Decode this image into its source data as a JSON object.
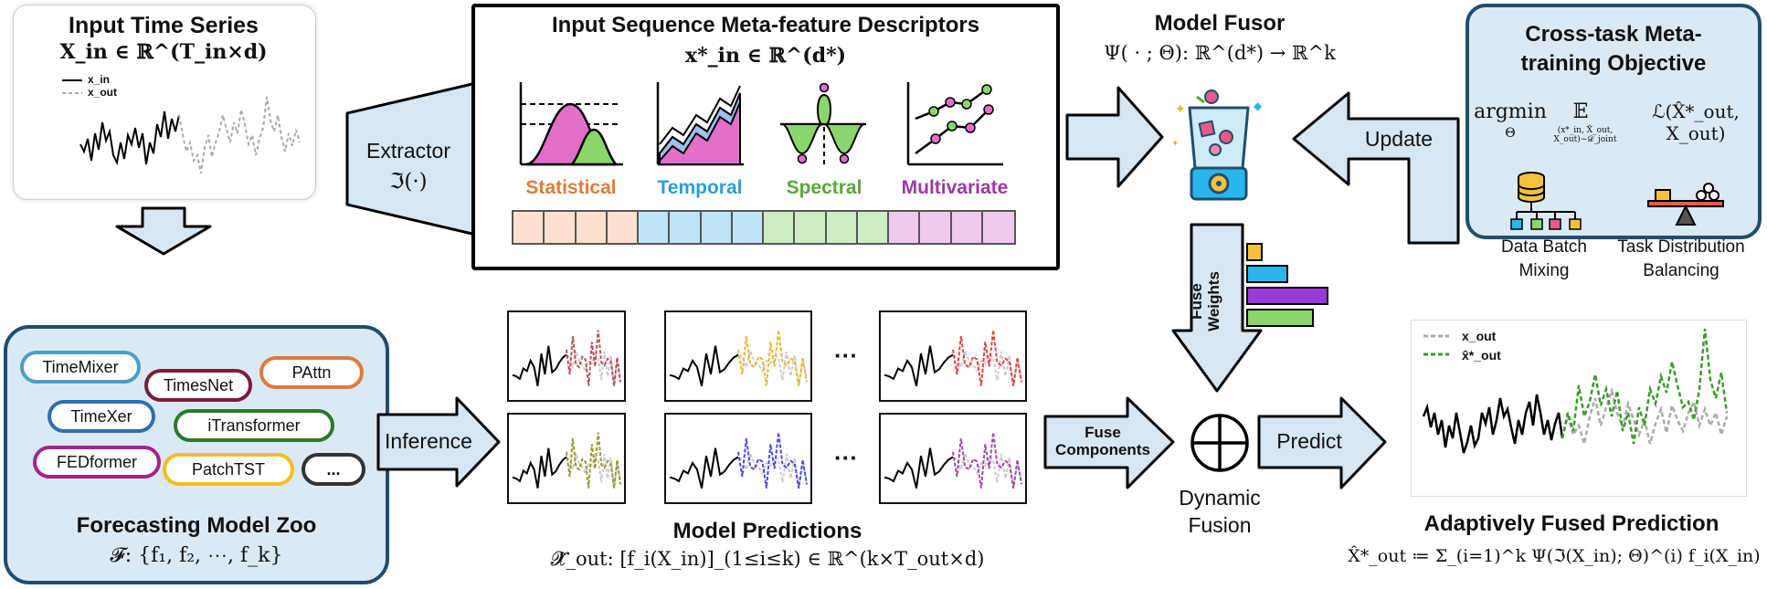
{
  "input_panel": {
    "title": "Input Time Series",
    "formula": "X_in ∈ ℝ^(T_in×d)",
    "legend_in": "x_in",
    "legend_out": "x_out"
  },
  "extractor": {
    "label": "Extractor",
    "symbol": "ℑ(·)"
  },
  "meta_panel": {
    "title": "Input Sequence Meta-feature Descriptors",
    "formula": "x*_in ∈ ℝ^(d*)",
    "categories": [
      {
        "label": "Statistical",
        "color": "#e07a3a"
      },
      {
        "label": "Temporal",
        "color": "#2a9fd8"
      },
      {
        "label": "Spectral",
        "color": "#5aa63a"
      },
      {
        "label": "Multivariate",
        "color": "#9b3aa3"
      }
    ],
    "cell_colors": [
      "#fde0cf",
      "#bfe4f7",
      "#cdeec5",
      "#f0c9ee"
    ]
  },
  "fusor": {
    "title": "Model Fusor",
    "formula": "Ψ( · ; Θ): ℝ^(d*) → ℝ^k"
  },
  "update": {
    "label": "Update"
  },
  "meta_train": {
    "title_line1": "Cross-task Meta-",
    "title_line2": "training Objective",
    "argmin": "argmin",
    "theta": "Θ",
    "expect": "𝔼",
    "expect_sub": "(x*_in, X̂_out, X_out)~𝒟_joint",
    "loss": "ℒ(X̂*_out, X_out)",
    "item1_line1": "Data Batch",
    "item1_line2": "Mixing",
    "item2_line1": "Task Distribution",
    "item2_line2": "Balancing"
  },
  "zoo": {
    "title": "Forecasting Model Zoo",
    "formula": "𝓕: {f₁, f₂, ⋯, f_k}",
    "models": [
      {
        "name": "TimeMixer",
        "color": "#4aa0c4"
      },
      {
        "name": "TimesNet",
        "color": "#7a1e3a"
      },
      {
        "name": "PAttn",
        "color": "#e07a3a"
      },
      {
        "name": "TimeXer",
        "color": "#2a6fb8"
      },
      {
        "name": "iTransformer",
        "color": "#2a7a2a"
      },
      {
        "name": "FEDformer",
        "color": "#a3238f"
      },
      {
        "name": "PatchTST",
        "color": "#f0c020"
      },
      {
        "name": "...",
        "color": "#333333"
      }
    ]
  },
  "inference": {
    "label": "Inference"
  },
  "predictions": {
    "title": "Model Predictions",
    "formula": "𝓧̂_out: [f_i(X_in)]_(1≤i≤k) ∈ ℝ^(k×T_out×d)",
    "dots": "···",
    "series_colors": [
      "#b5545a",
      "#efb43a",
      "#e84040",
      "#9a9a30",
      "#4a4ae8",
      "#a04aa8"
    ]
  },
  "fuse_weights": {
    "label_line1": "Fuse",
    "label_line2": "Weights",
    "bar_colors": [
      "#f2c23a",
      "#29b6ec",
      "#9b3ad8",
      "#8ad66a"
    ]
  },
  "fuse_components": {
    "label_line1": "Fuse",
    "label_line2": "Components"
  },
  "dynamic_fusion": {
    "label_line1": "Dynamic",
    "label_line2": "Fusion"
  },
  "predict": {
    "label": "Predict"
  },
  "output": {
    "title": "Adaptively Fused Prediction",
    "formula": "X̂*_out ≔ Σ_(i=1)^k Ψ(ℑ(X_in); Θ)^(i) f_i(X_in)",
    "legend_out": "x_out",
    "legend_pred": "x̂*_out"
  }
}
